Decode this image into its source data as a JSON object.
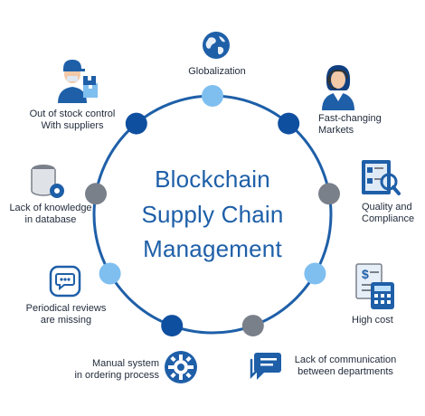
{
  "title_lines": [
    "Blockchain",
    "Supply Chain",
    "Management"
  ],
  "colors": {
    "ring": "#1e5fa8",
    "dark": "#0f4fa0",
    "light": "#7fbff0",
    "gray": "#7a808a",
    "title": "#1e5fa8"
  },
  "items": [
    {
      "id": "globalization",
      "lines": [
        "Globalization"
      ],
      "tone": "light",
      "icon": "globe-icon"
    },
    {
      "id": "fast-changing",
      "lines": [
        "Fast-changing",
        "Markets"
      ],
      "tone": "dark",
      "icon": "woman-agent-icon"
    },
    {
      "id": "quality",
      "lines": [
        "Quality and",
        "Compliance"
      ],
      "tone": "gray",
      "icon": "quality-board-icon"
    },
    {
      "id": "high-cost",
      "lines": [
        "High cost"
      ],
      "tone": "light",
      "icon": "calculator-icon"
    },
    {
      "id": "communication",
      "lines": [
        "Lack of communication",
        "between departments"
      ],
      "tone": "gray",
      "icon": "chat-bubble-icon"
    },
    {
      "id": "manual-system",
      "lines": [
        "Manual system",
        "in ordering process"
      ],
      "tone": "dark",
      "icon": "gear-icon"
    },
    {
      "id": "periodical",
      "lines": [
        "Periodical reviews",
        "are missing"
      ],
      "tone": "light",
      "icon": "message-icon"
    },
    {
      "id": "knowledge",
      "lines": [
        "Lack of knowledge",
        "in database"
      ],
      "tone": "gray",
      "icon": "database-icon"
    },
    {
      "id": "stock-control",
      "lines": [
        "Out of stock control",
        "With suppliers"
      ],
      "tone": "dark",
      "icon": "delivery-worker-icon"
    }
  ]
}
